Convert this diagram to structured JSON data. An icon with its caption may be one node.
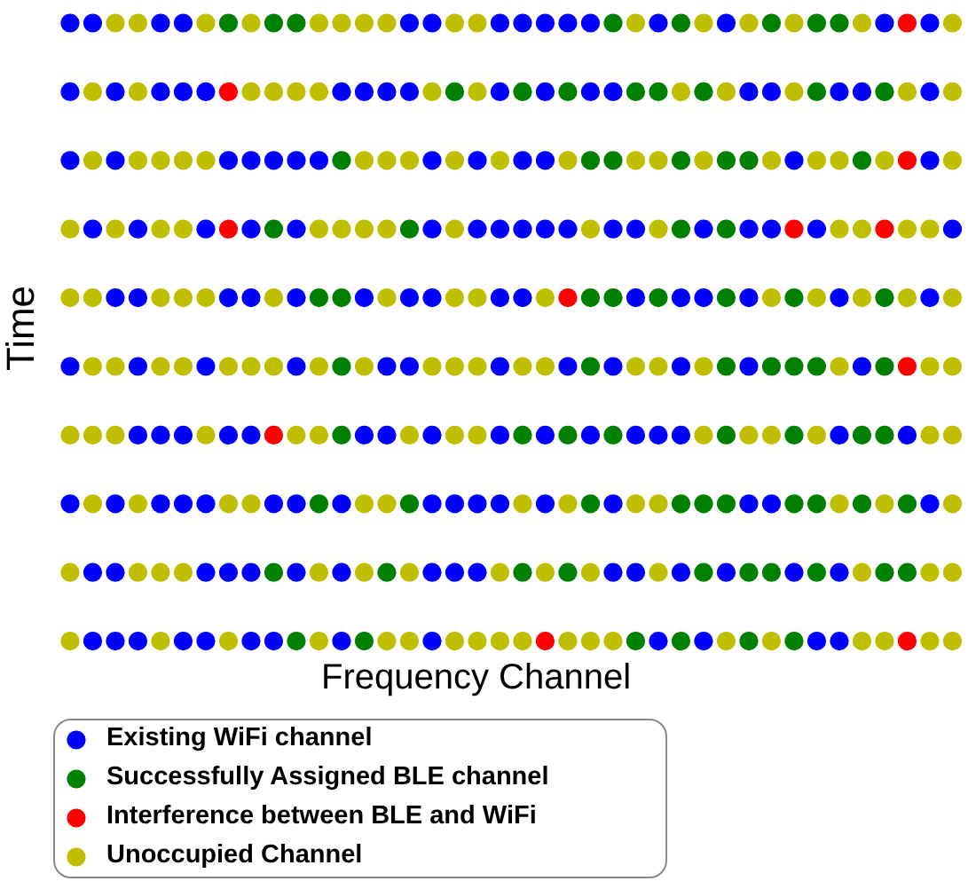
{
  "diagram": {
    "labels": [
      "Time",
      "Frequency Channel"
    ],
    "legend": [
      {
        "text": "Existing WiFi channel",
        "color": "#0000ff"
      },
      {
        "text": "Successfully Assigned BLE channel",
        "color": "#008000"
      },
      {
        "text": "Interference between BLE and WiFi",
        "color": "#ff0000"
      },
      {
        "text": "Unoccupied Channel",
        "color": "#bfbf00"
      }
    ]
  }
}
